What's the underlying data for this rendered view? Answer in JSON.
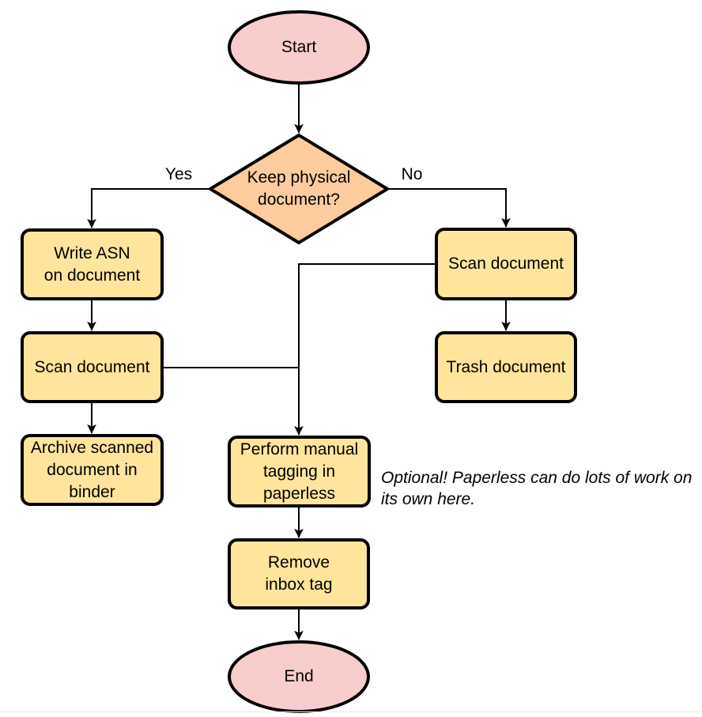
{
  "diagram_type": "flowchart",
  "colors": {
    "terminal_fill": "#F8CECC",
    "decision_fill": "#FCCC9D",
    "process_fill": "#FFE49C",
    "outline": "#000000",
    "arrow": "#000000"
  },
  "nodes": {
    "start": {
      "label": "Start",
      "shape": "ellipse"
    },
    "decision": {
      "label": "Keep physical\ndocument?",
      "shape": "diamond"
    },
    "write_asn": {
      "label": "Write ASN\non document",
      "shape": "process"
    },
    "scan_left": {
      "label": "Scan document",
      "shape": "process"
    },
    "archive": {
      "label": "Archive scanned\ndocument in\nbinder",
      "shape": "process"
    },
    "scan_right": {
      "label": "Scan document",
      "shape": "process"
    },
    "trash": {
      "label": "Trash document",
      "shape": "process"
    },
    "perform_tagging": {
      "label": "Perform manual\ntagging in\npaperless",
      "shape": "process"
    },
    "remove_inbox": {
      "label": "Remove\ninbox tag",
      "shape": "process"
    },
    "end": {
      "label": "End",
      "shape": "ellipse"
    }
  },
  "edges": [
    {
      "from": "start",
      "to": "decision",
      "label": ""
    },
    {
      "from": "decision",
      "to": "write_asn",
      "label": "Yes"
    },
    {
      "from": "decision",
      "to": "scan_right",
      "label": "No"
    },
    {
      "from": "write_asn",
      "to": "scan_left",
      "label": ""
    },
    {
      "from": "scan_left",
      "to": "archive",
      "label": ""
    },
    {
      "from": "scan_right",
      "to": "trash",
      "label": ""
    },
    {
      "from": "scan_right",
      "to": "perform_tagging",
      "label": ""
    },
    {
      "from": "scan_left",
      "to": "perform_tagging",
      "label": ""
    },
    {
      "from": "perform_tagging",
      "to": "remove_inbox",
      "label": ""
    },
    {
      "from": "remove_inbox",
      "to": "end",
      "label": ""
    }
  ],
  "annotation": {
    "text": "Optional! Paperless can do lots of work on\nits own here."
  }
}
